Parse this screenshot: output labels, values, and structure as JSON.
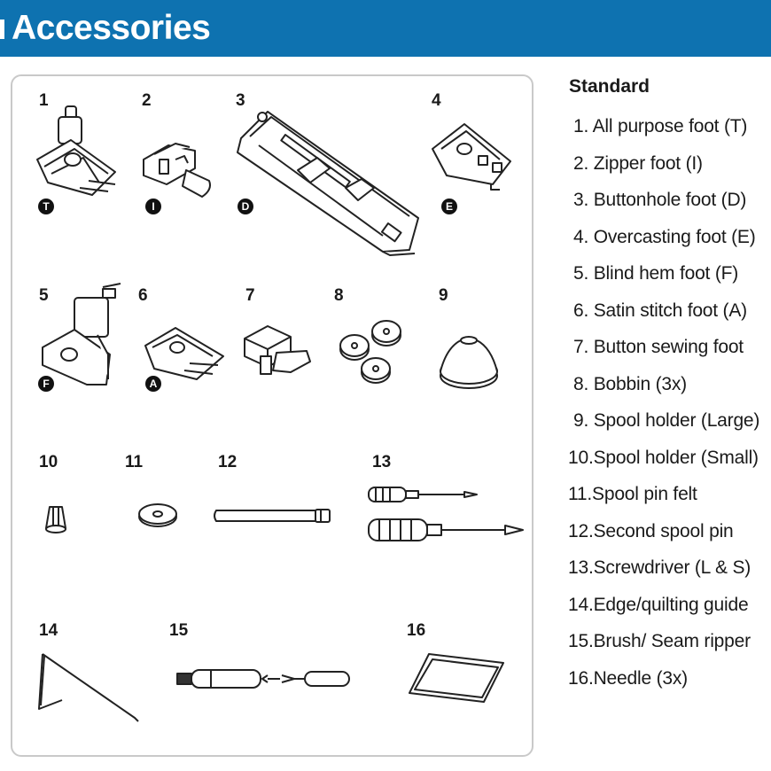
{
  "header": {
    "title": "Accessories"
  },
  "panel": {
    "items": [
      {
        "num": "1",
        "badge": "T"
      },
      {
        "num": "2",
        "badge": "I"
      },
      {
        "num": "3",
        "badge": "D"
      },
      {
        "num": "4",
        "badge": "E"
      },
      {
        "num": "5",
        "badge": "F"
      },
      {
        "num": "6",
        "badge": "A"
      },
      {
        "num": "7"
      },
      {
        "num": "8"
      },
      {
        "num": "9"
      },
      {
        "num": "10"
      },
      {
        "num": "11"
      },
      {
        "num": "12"
      },
      {
        "num": "13"
      },
      {
        "num": "14"
      },
      {
        "num": "15"
      },
      {
        "num": "16"
      }
    ]
  },
  "standard": {
    "heading": "Standard",
    "list": [
      "1. All purpose foot (T)",
      "2. Zipper foot (I)",
      "3. Buttonhole foot (D)",
      "4. Overcasting foot (E)",
      "5. Blind hem foot (F)",
      "6. Satin stitch foot (A)",
      "7. Button sewing foot",
      "8. Bobbin (3x)",
      "9. Spool holder (Large)",
      "10.Spool holder (Small)",
      "11.Spool pin felt",
      "12.Second spool pin",
      "13.Screwdriver (L & S)",
      "14.Edge/quilting guide",
      "15.Brush/ Seam ripper",
      "16.Needle (3x)"
    ]
  }
}
